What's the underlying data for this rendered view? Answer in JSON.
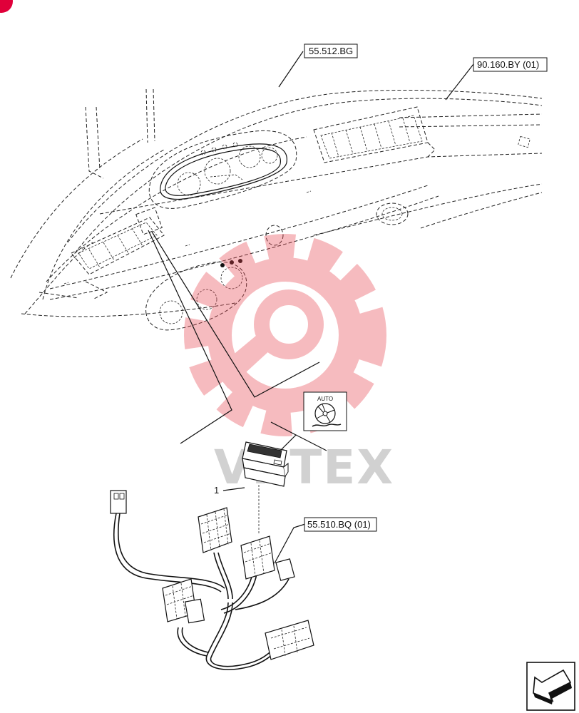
{
  "references": {
    "ref_top_center": "55.512.BG",
    "ref_top_right": "90.160.BY (01)",
    "ref_harness": "55.510.BQ (01)"
  },
  "callouts": {
    "item_1": "1"
  },
  "symbol": {
    "label": "AUTO"
  },
  "watermark": {
    "text": "VIITEX"
  },
  "colors": {
    "line": "#111111",
    "watermark_gear": "#e8404a",
    "corner_badge": "#e0003a"
  },
  "icons": {
    "nav_arrow": "arrow-back-icon",
    "symbol": "fan-auto-icon"
  }
}
